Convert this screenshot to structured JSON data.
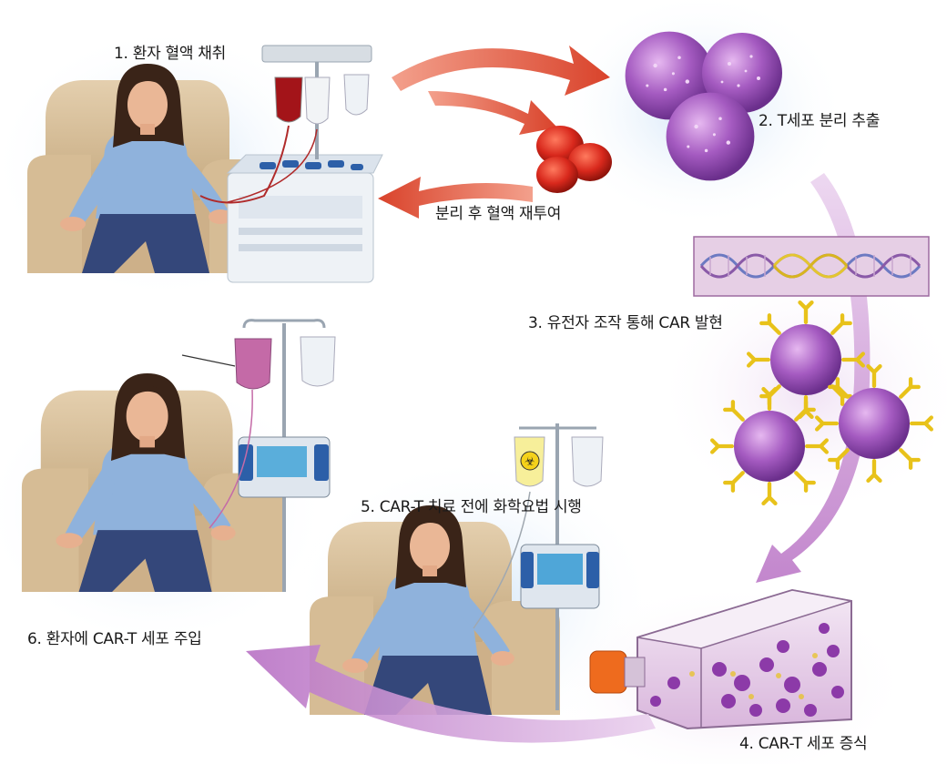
{
  "diagram": {
    "steps": [
      {
        "id": 1,
        "label": "1. 환자 혈액 채취"
      },
      {
        "id": 2,
        "label": "2. T세포 분리 추출"
      },
      {
        "id": 3,
        "label": "3. 유전자 조작 통해 CAR 발현"
      },
      {
        "id": 4,
        "label": "4. CAR-T 세포 증식"
      },
      {
        "id": 5,
        "label": "5. CAR-T 치료 전에 화학요법 시행"
      },
      {
        "id": 6,
        "label": "6. 환자에 CAR-T 세포 주입"
      }
    ],
    "return_label": "분리 후 혈액 재투여"
  },
  "colors": {
    "arrow_red": "#d9432b",
    "arrow_purple": "#b871c4",
    "cell_purple": "#9b4fb8",
    "rbc_red": "#d8281c",
    "receptor_yellow": "#e8c21a",
    "shirt_blue": "#8fb2dc",
    "jeans": "#34477a",
    "chair": "#d8c09c",
    "bag_pink": "#c46aa7",
    "cap_orange": "#ee6b1e"
  },
  "icons": [
    "biohazard-icon"
  ]
}
